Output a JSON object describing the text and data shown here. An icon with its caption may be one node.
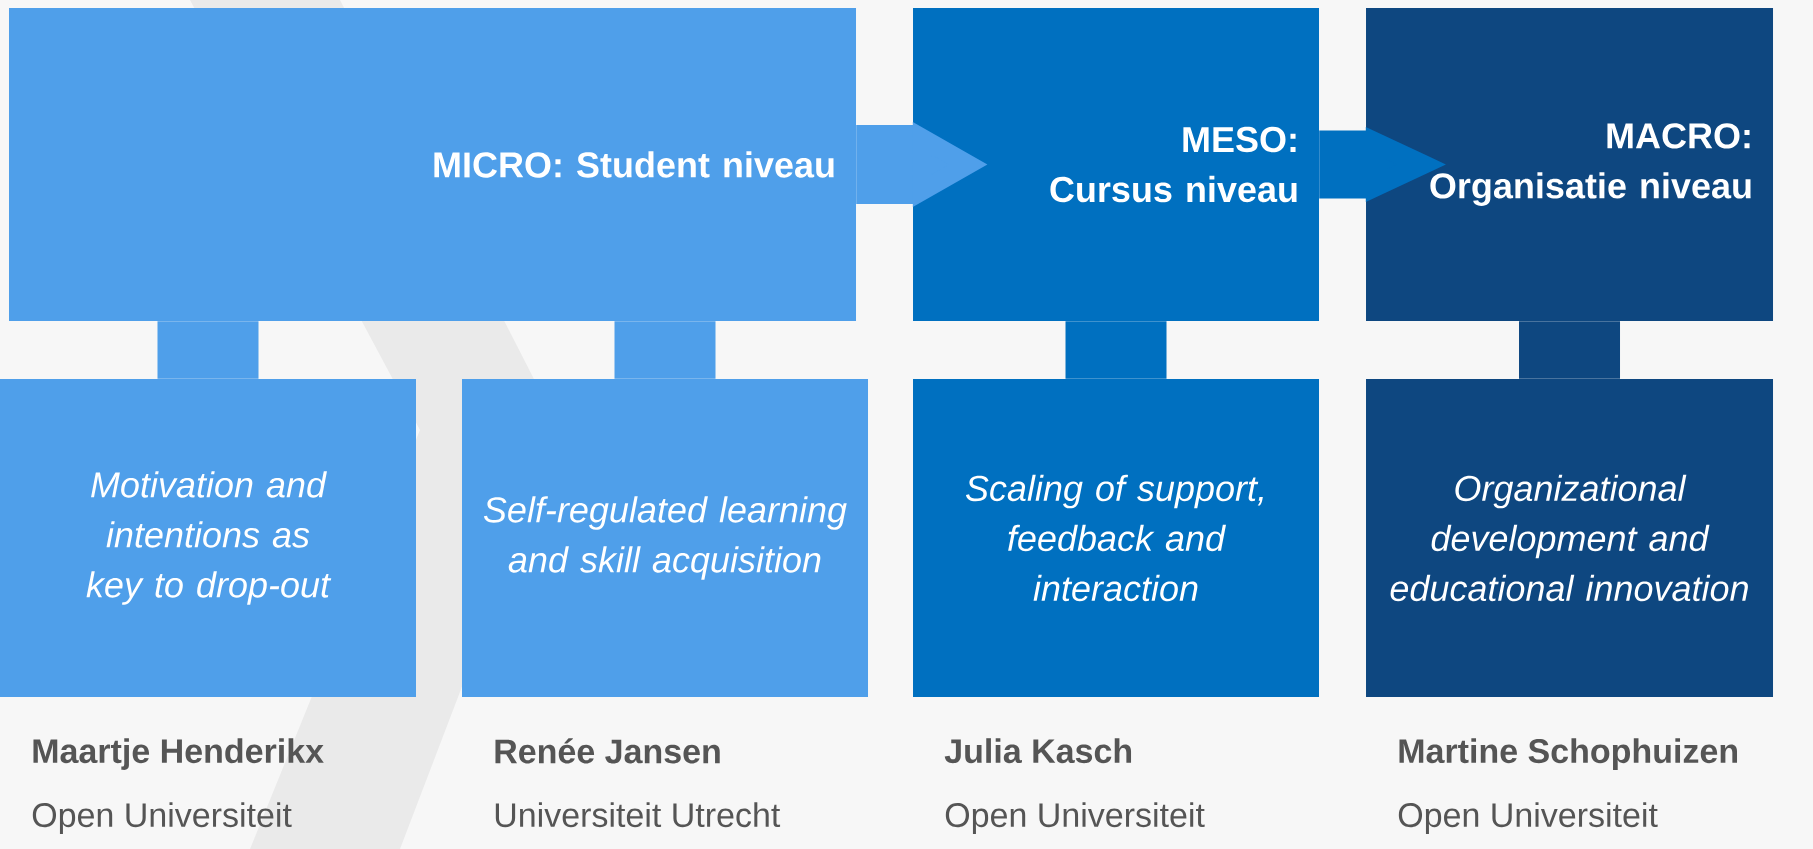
{
  "diagram": {
    "nodes": [
      {
        "text": [
          "MICRO: Student niveau"
        ]
      },
      {
        "text": [
          "MESO: Cursus niveau"
        ]
      },
      {
        "text": [
          "MACRO: Organisatie niveau"
        ]
      },
      {
        "text": [
          "Motivation and intentions as key to drop-out"
        ],
        "beside": [
          "Maartje Henderikx",
          "Open Universiteit"
        ]
      },
      {
        "text": [
          "Self-regulated learning and skill acquisition"
        ],
        "beside": [
          "Renée Jansen",
          "Universiteit Utrecht"
        ]
      },
      {
        "text": [
          "Scaling of support, feedback and interaction"
        ],
        "beside": [
          "Julia Kasch",
          "Open Universiteit"
        ]
      },
      {
        "text": [
          "Organizational development and educational innovation"
        ],
        "beside": [
          "Martine Schophuizen",
          "Open Universiteit"
        ]
      }
    ],
    "edges": [
      {
        "from": 0,
        "to": 1,
        "arrow": "to",
        "color": "#4f9fea"
      },
      {
        "from": 1,
        "to": 2,
        "arrow": "to",
        "color": "#0070c0"
      },
      {
        "from": 0,
        "to": 3,
        "arrow": "none",
        "color": "#4f9fea"
      },
      {
        "from": 0,
        "to": 4,
        "arrow": "none",
        "color": "#4f9fea"
      },
      {
        "from": 1,
        "to": 5,
        "arrow": "none",
        "color": "#0070c0"
      },
      {
        "from": 2,
        "to": 6,
        "arrow": "none",
        "color": "#0e4780"
      }
    ]
  }
}
